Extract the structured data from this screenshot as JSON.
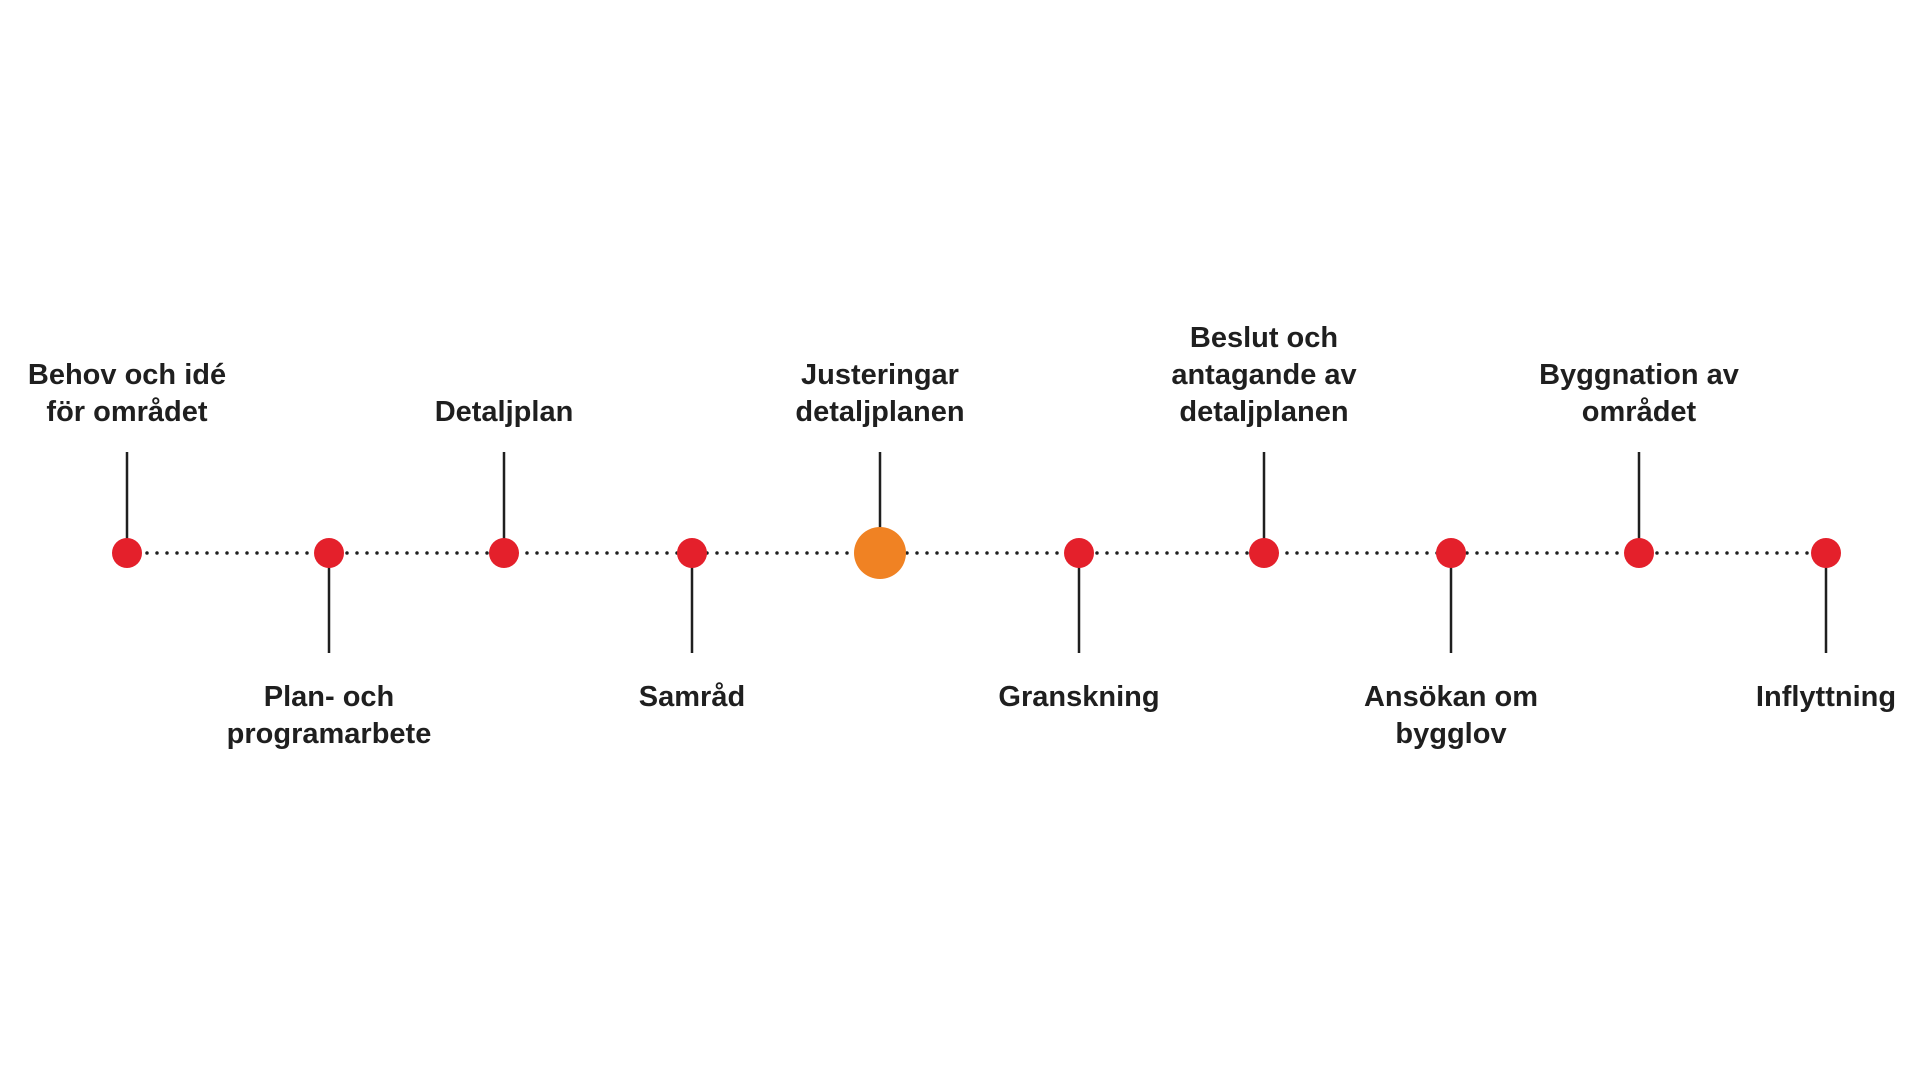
{
  "timeline": {
    "colors": {
      "milestone": "#e4202b",
      "current": "#f08223",
      "line": "#1f1f1f",
      "text": "#1f1f1f",
      "background": "#ffffff"
    },
    "current_index": 4,
    "milestones": [
      {
        "id": "behov",
        "label": [
          "Behov och idé",
          "för området"
        ],
        "label_side": "above"
      },
      {
        "id": "plan-program",
        "label": [
          "Plan- och",
          "programarbete"
        ],
        "label_side": "below"
      },
      {
        "id": "detaljplan",
        "label": [
          "Detaljplan"
        ],
        "label_side": "above"
      },
      {
        "id": "samrad",
        "label": [
          "Samråd"
        ],
        "label_side": "below"
      },
      {
        "id": "justeringar",
        "label": [
          "Justeringar",
          "detaljplanen"
        ],
        "label_side": "above"
      },
      {
        "id": "granskning",
        "label": [
          "Granskning"
        ],
        "label_side": "below"
      },
      {
        "id": "beslut",
        "label": [
          "Beslut och",
          "antagande av",
          "detaljplanen"
        ],
        "label_side": "above"
      },
      {
        "id": "ansokan",
        "label": [
          "Ansökan om",
          "bygglov"
        ],
        "label_side": "below"
      },
      {
        "id": "byggnation",
        "label": [
          "Byggnation av",
          "området"
        ],
        "label_side": "above"
      },
      {
        "id": "inflyttning",
        "label": [
          "Inflyttning"
        ],
        "label_side": "below"
      }
    ]
  }
}
